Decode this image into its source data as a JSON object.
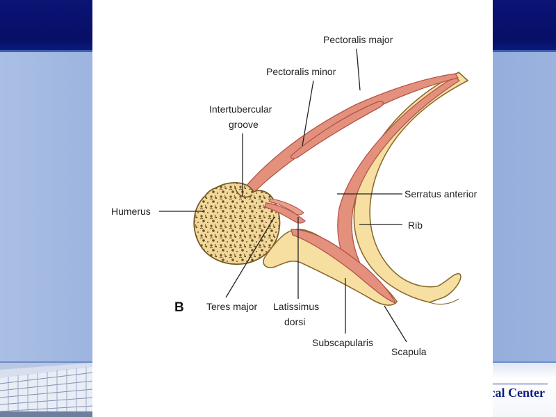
{
  "figure": {
    "panel_letter": "B",
    "labels": {
      "pectoralis_major": "Pectoralis major",
      "pectoralis_minor": "Pectoralis minor",
      "intertubercular_1": "Intertubercular",
      "intertubercular_2": "groove",
      "humerus": "Humerus",
      "serratus_anterior": "Serratus anterior",
      "rib": "Rib",
      "teres_major": "Teres major",
      "latissimus_1": "Latissimus",
      "latissimus_2": "dorsi",
      "subscapularis": "Subscapularis",
      "scapula": "Scapula"
    }
  },
  "footer": {
    "institution_fragment": "cal Center"
  },
  "colors": {
    "header_navy": "#0a1474",
    "slide_blue": "#8fa9d9",
    "muscle_fill": "#e3907c",
    "muscle_stroke": "#b4524a",
    "bone_fill": "#f6dfa0",
    "bone_stroke": "#8a6a2c"
  }
}
